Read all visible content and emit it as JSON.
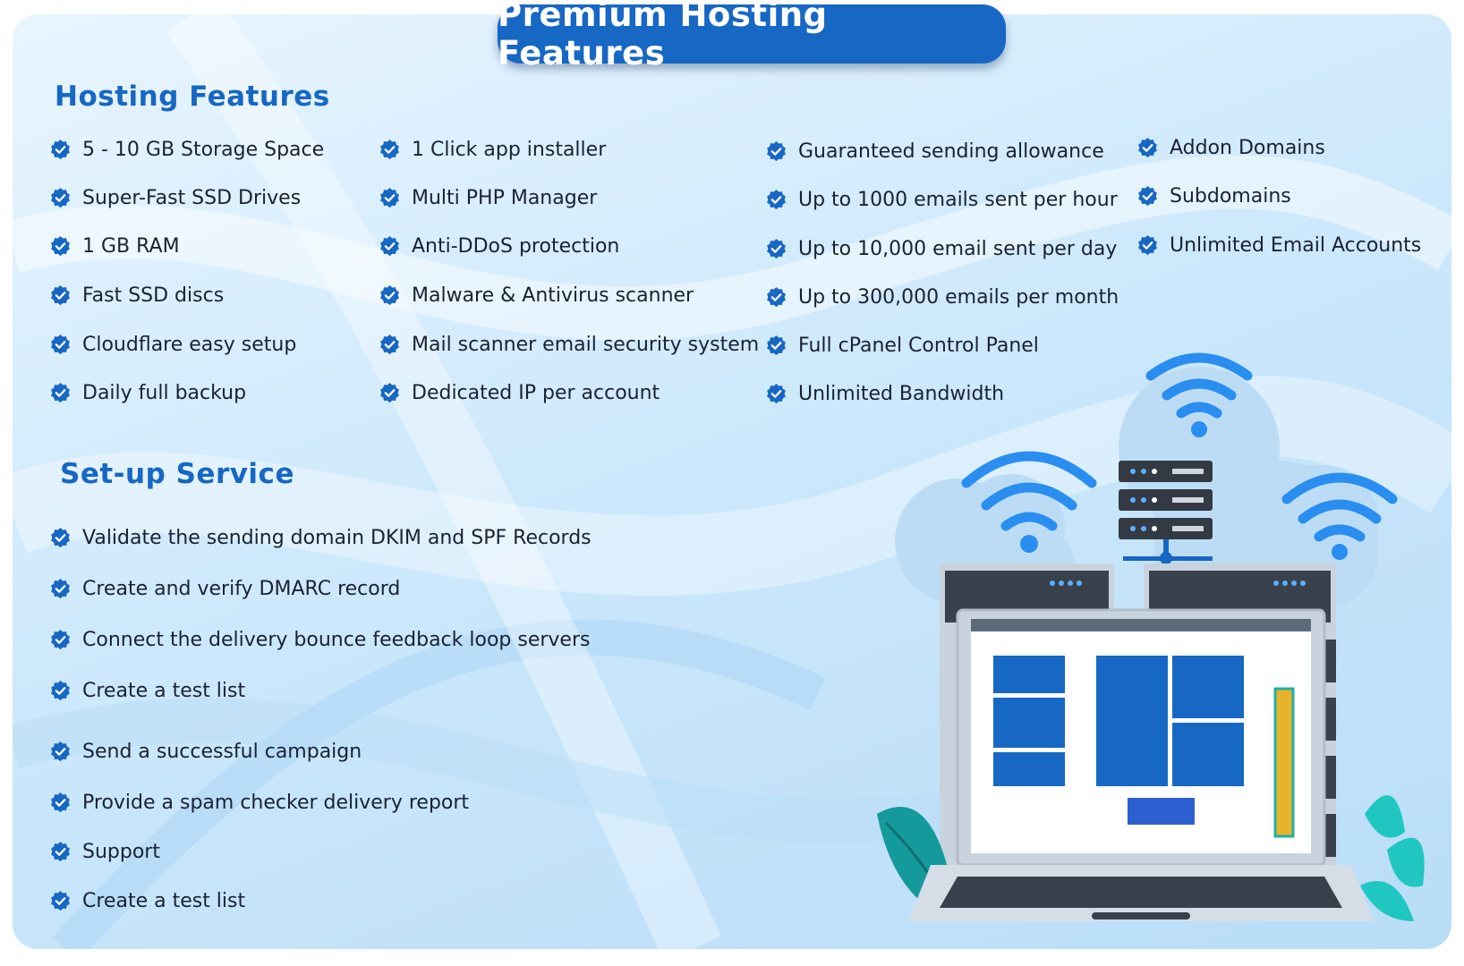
{
  "header": {
    "title": "Premium Hosting Features"
  },
  "hosting": {
    "title": "Hosting Features",
    "col1": [
      "5 - 10 GB Storage Space",
      "Super-Fast SSD Drives",
      "1 GB RAM",
      "Fast SSD discs",
      "Cloudflare easy setup",
      "Daily full backup"
    ],
    "col2": [
      "1 Click app installer",
      "Multi PHP Manager",
      "Anti-DDoS protection",
      "Malware & Antivirus scanner",
      "Mail scanner email security system",
      "Dedicated IP per account"
    ],
    "col3": [
      "Guaranteed sending allowance",
      "Up to 1000 emails sent per hour",
      "Up to 10,000 email sent per day",
      "Up to 300,000 emails per month",
      "Full cPanel Control Panel",
      "Unlimited Bandwidth"
    ],
    "col4": [
      "Addon Domains",
      "Subdomains",
      "Unlimited Email Accounts"
    ]
  },
  "setup": {
    "title": "Set-up Service",
    "items": [
      "Validate the sending domain  DKIM and SPF Records",
      "Create and  verify DMARC record",
      "Connect the delivery bounce feedback loop servers",
      "Create a test list",
      "Send a successful campaign",
      "Provide a spam checker delivery report",
      "Support",
      "Create a test list"
    ]
  },
  "colors": {
    "accent": "#1767c4",
    "text": "#1a2233",
    "check": "#1767c4"
  },
  "icons": {
    "bullet": "verified-badge-icon"
  }
}
